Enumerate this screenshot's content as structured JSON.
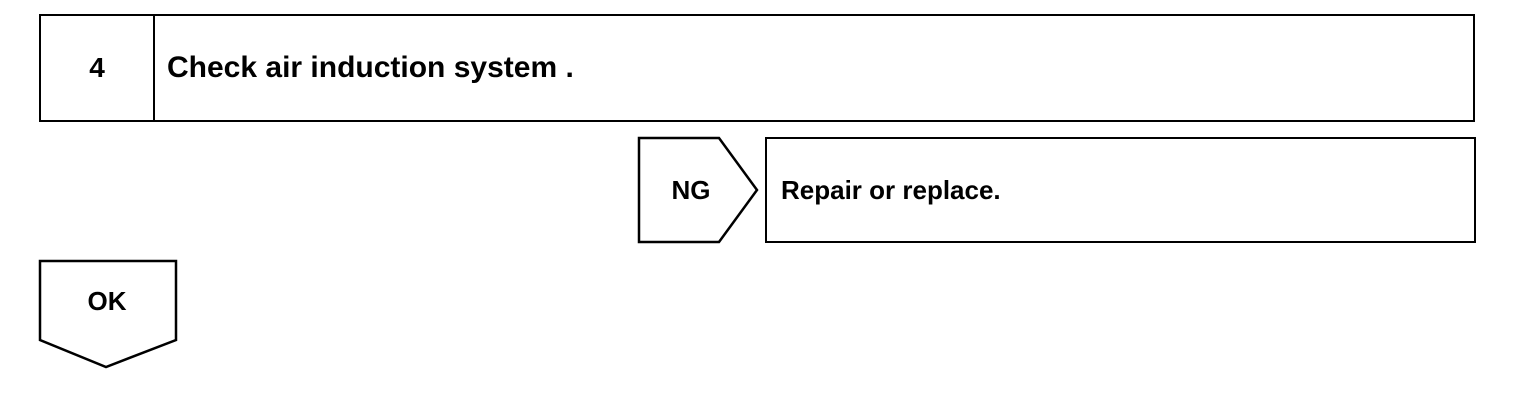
{
  "step": {
    "number": "4",
    "title": "Check air induction system ."
  },
  "ng_branch": {
    "label": "NG",
    "action": "Repair or replace."
  },
  "ok_branch": {
    "label": "OK"
  }
}
